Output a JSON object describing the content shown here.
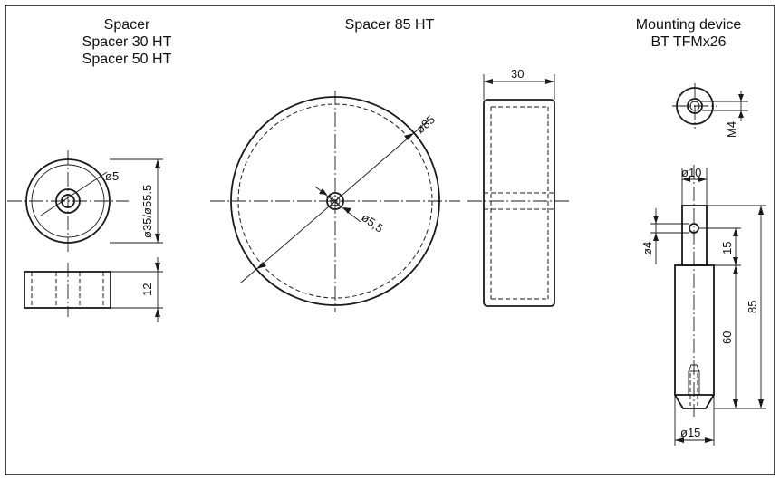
{
  "titles": {
    "spacer": [
      "Spacer",
      "Spacer 30 HT",
      "Spacer 50 HT"
    ],
    "spacer85": "Spacer 85 HT",
    "mounting": [
      "Mounting device",
      "BT TFMx26"
    ]
  },
  "dimensions": {
    "spacer_hole": "ø5",
    "spacer_diameters": "ø35/ø55.5",
    "spacer_height": "12",
    "spacer85_outer": "ø85",
    "spacer85_hole": "ø5,5",
    "spacer85_width": "30",
    "mount_thread": "M4",
    "mount_top_dia": "ø10",
    "mount_hole": "ø4",
    "mount_hole_offset": "15",
    "mount_total_length": "85",
    "mount_body_length": "60",
    "mount_base_dia": "ø15"
  }
}
